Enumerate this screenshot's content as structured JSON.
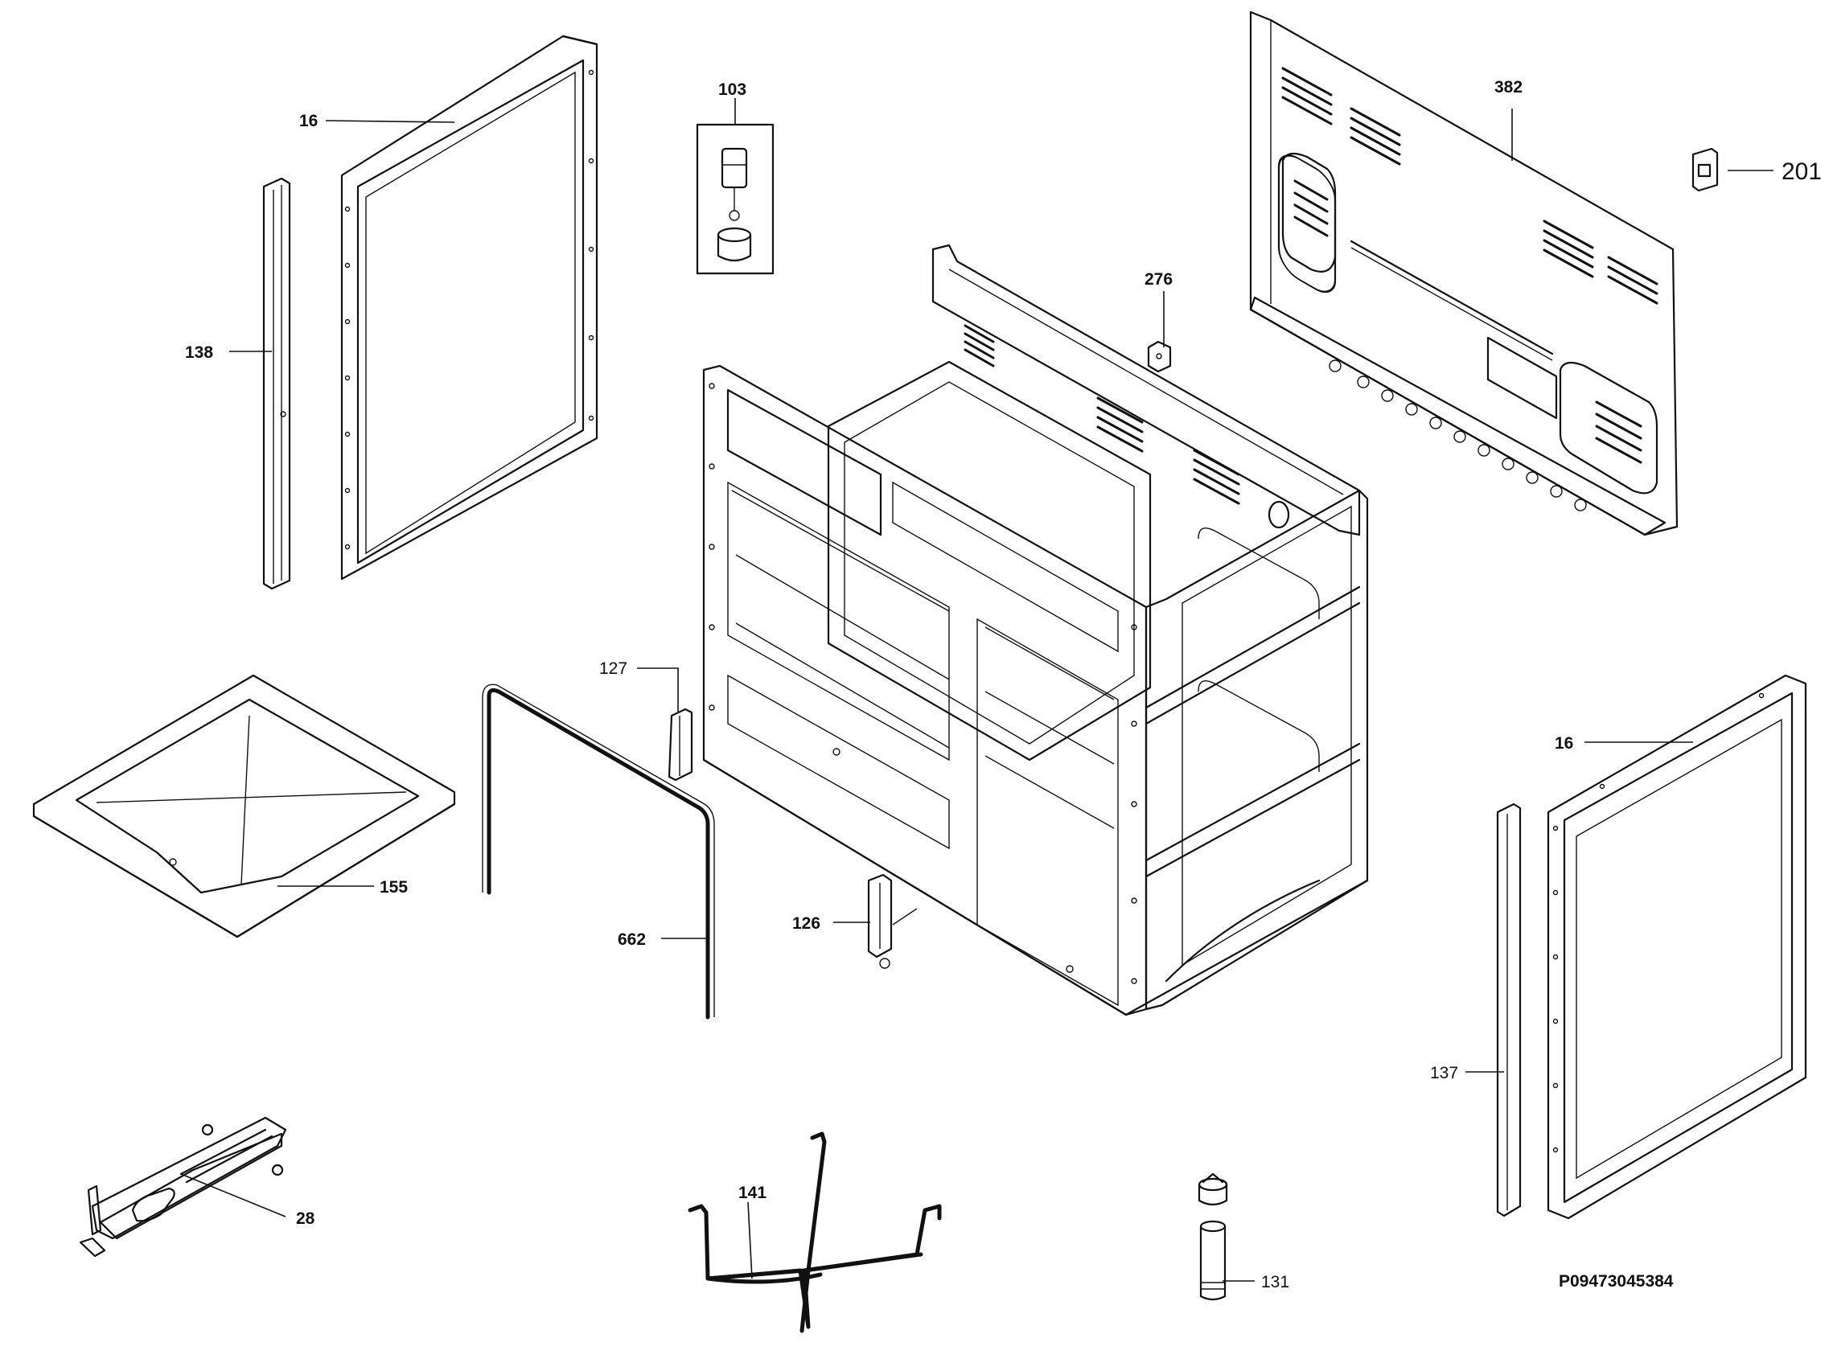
{
  "parts": [
    {
      "id": "p16a",
      "label": "16"
    },
    {
      "id": "p138",
      "label": "138"
    },
    {
      "id": "p103",
      "label": "103"
    },
    {
      "id": "p382",
      "label": "382"
    },
    {
      "id": "p201",
      "label": "201"
    },
    {
      "id": "p276",
      "label": "276"
    },
    {
      "id": "p127",
      "label": "127"
    },
    {
      "id": "p155",
      "label": "155"
    },
    {
      "id": "p662",
      "label": "662"
    },
    {
      "id": "p126",
      "label": "126"
    },
    {
      "id": "p16b",
      "label": "16"
    },
    {
      "id": "p137",
      "label": "137"
    },
    {
      "id": "p28",
      "label": "28"
    },
    {
      "id": "p141",
      "label": "141"
    },
    {
      "id": "p131",
      "label": "131"
    }
  ],
  "drawing_code": "P09473045384"
}
